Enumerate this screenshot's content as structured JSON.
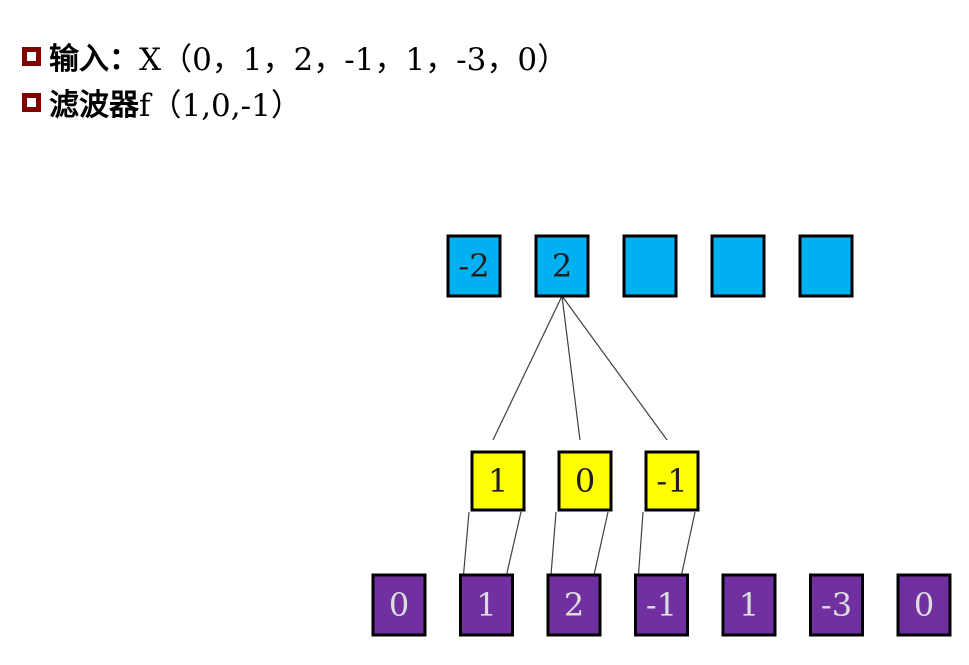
{
  "heading": {
    "input_label": "输入：",
    "input_value": "X（0，1，2，-1，1，-3，0）",
    "filter_label": "滤波器",
    "filter_value": "f（1,0,-1）"
  },
  "colors": {
    "bullet": "#800000",
    "output": "#00b0f0",
    "filter": "#ffff00",
    "input": "#7030a0",
    "border": "#000000",
    "line": "#404040"
  },
  "diagram": {
    "output": [
      "-2",
      "2",
      "",
      "",
      ""
    ],
    "filter": [
      "1",
      "0",
      "-1"
    ],
    "input": [
      "0",
      "1",
      "2",
      "-1",
      "1",
      "-3",
      "0"
    ]
  }
}
